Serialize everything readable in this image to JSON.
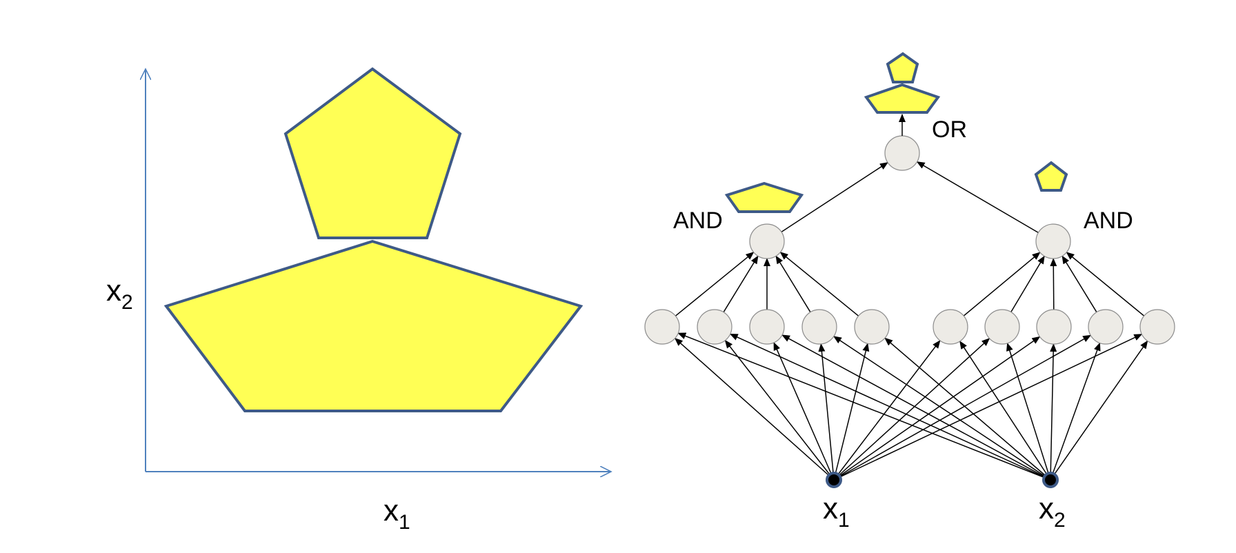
{
  "colors": {
    "shape_fill": "#FFFF55",
    "shape_stroke": "#3E5A87",
    "axis": "#4F81BD",
    "node_fill": "#EDEBE6",
    "node_stroke": "#8C8C8C",
    "edge": "#000000",
    "input_stroke": "#3E5A87"
  },
  "left_plot": {
    "x_axis": {
      "main": "x",
      "sub": "1"
    },
    "y_axis": {
      "main": "x",
      "sub": "2"
    }
  },
  "network": {
    "inputs": [
      {
        "main": "x",
        "sub": "1"
      },
      {
        "main": "x",
        "sub": "2"
      }
    ],
    "or_label": "OR",
    "and_left_label": "AND",
    "and_right_label": "AND",
    "hidden_units_per_group": 5
  }
}
